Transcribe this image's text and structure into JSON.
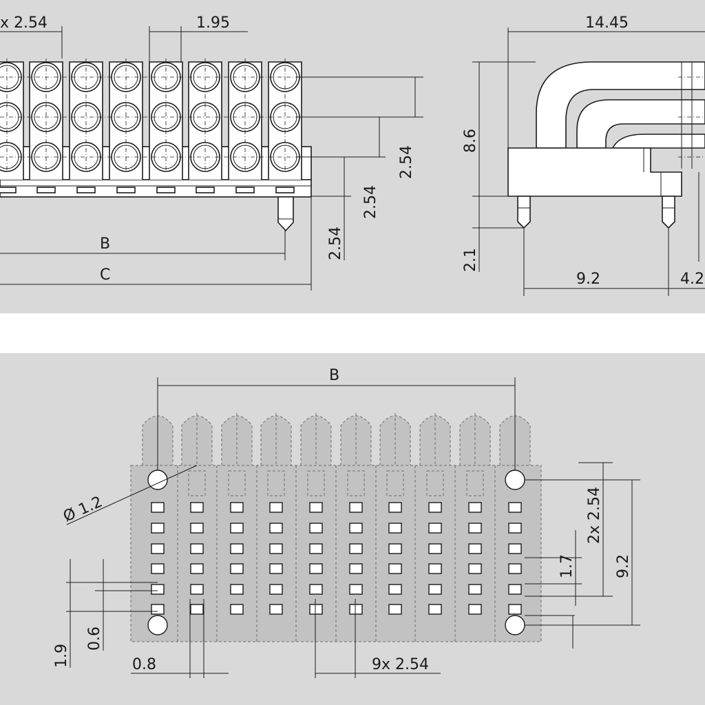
{
  "labels": {
    "front_pitch": "x 2.54",
    "front_gap": "1.95",
    "front_right_dim_1": "2.54",
    "front_right_dim_2": "2.54",
    "front_right_dim_3": "2.54",
    "front_length_b": "B",
    "front_length_c": "C",
    "side_width": "14.45",
    "side_height": "8.6",
    "side_pin": "2.1",
    "side_pin_spacing": "9.2",
    "side_pin_offset": "4.2",
    "footprint_length_b": "B",
    "footprint_hole_dia": "Ø 1.2",
    "footprint_row_pitch": "2x 2.54",
    "footprint_height": "9.2",
    "footprint_pad_gap": "1.7",
    "footprint_edge_1": "1.9",
    "footprint_edge_2": "0.6",
    "footprint_pad_width": "0.8",
    "footprint_pitch": "9x 2.54"
  }
}
